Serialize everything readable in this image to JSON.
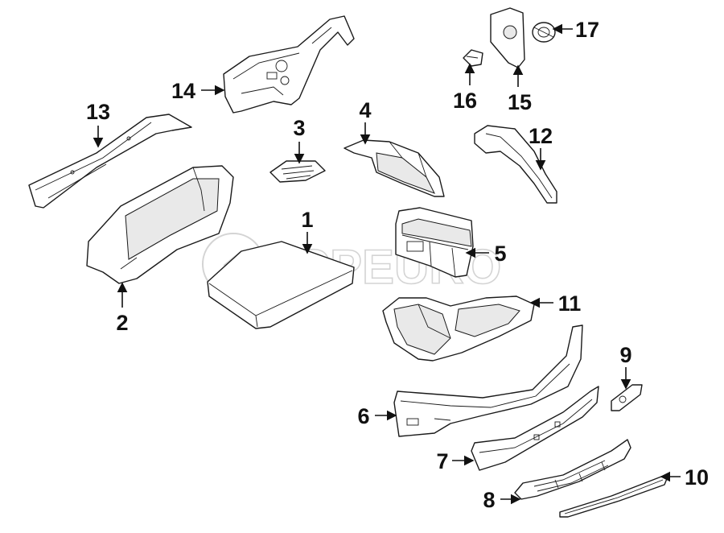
{
  "watermark": {
    "text": "FCPEURO"
  },
  "callouts": [
    {
      "id": "1",
      "label": "1"
    },
    {
      "id": "2",
      "label": "2"
    },
    {
      "id": "3",
      "label": "3"
    },
    {
      "id": "4",
      "label": "4"
    },
    {
      "id": "5",
      "label": "5"
    },
    {
      "id": "6",
      "label": "6"
    },
    {
      "id": "7",
      "label": "7"
    },
    {
      "id": "8",
      "label": "8"
    },
    {
      "id": "9",
      "label": "9"
    },
    {
      "id": "10",
      "label": "10"
    },
    {
      "id": "11",
      "label": "11"
    },
    {
      "id": "12",
      "label": "12"
    },
    {
      "id": "13",
      "label": "13"
    },
    {
      "id": "14",
      "label": "14"
    },
    {
      "id": "15",
      "label": "15"
    },
    {
      "id": "16",
      "label": "16"
    },
    {
      "id": "17",
      "label": "17"
    }
  ]
}
